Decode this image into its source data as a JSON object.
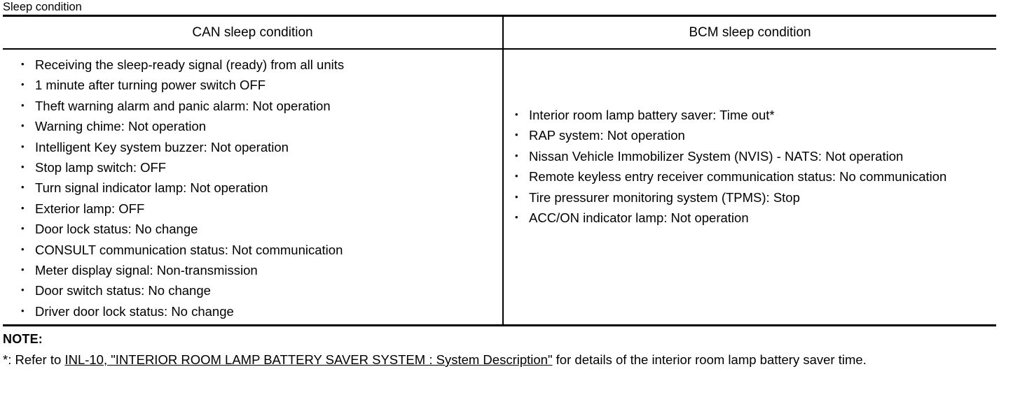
{
  "caption": "Sleep condition",
  "table": {
    "headers": {
      "left": "CAN sleep condition",
      "right": "BCM sleep condition"
    },
    "can_sleep_condition": [
      "Receiving the sleep-ready signal (ready) from all units",
      "1 minute after turning power switch OFF",
      "Theft warning alarm and panic alarm: Not operation",
      "Warning chime: Not operation",
      "Intelligent Key system buzzer: Not operation",
      "Stop lamp switch: OFF",
      "Turn signal indicator lamp: Not operation",
      "Exterior lamp: OFF",
      "Door lock status: No change",
      "CONSULT communication status: Not communication",
      "Meter display signal: Non-transmission",
      "Door switch status: No change",
      "Driver door lock status: No change"
    ],
    "bcm_sleep_condition": [
      "Interior room lamp battery saver: Time out*",
      "RAP system: Not operation",
      "Nissan Vehicle Immobilizer System (NVIS) - NATS: Not operation",
      "Remote keyless entry receiver communication status: No communication",
      "Tire pressurer monitoring system (TPMS): Stop",
      "ACC/ON indicator lamp: Not operation"
    ]
  },
  "note": {
    "title": "NOTE:",
    "prefix": "*: Refer to ",
    "link": "INL-10, \"INTERIOR ROOM LAMP BATTERY SAVER SYSTEM : System Description\"",
    "suffix": " for details of the interior room lamp battery saver time."
  }
}
